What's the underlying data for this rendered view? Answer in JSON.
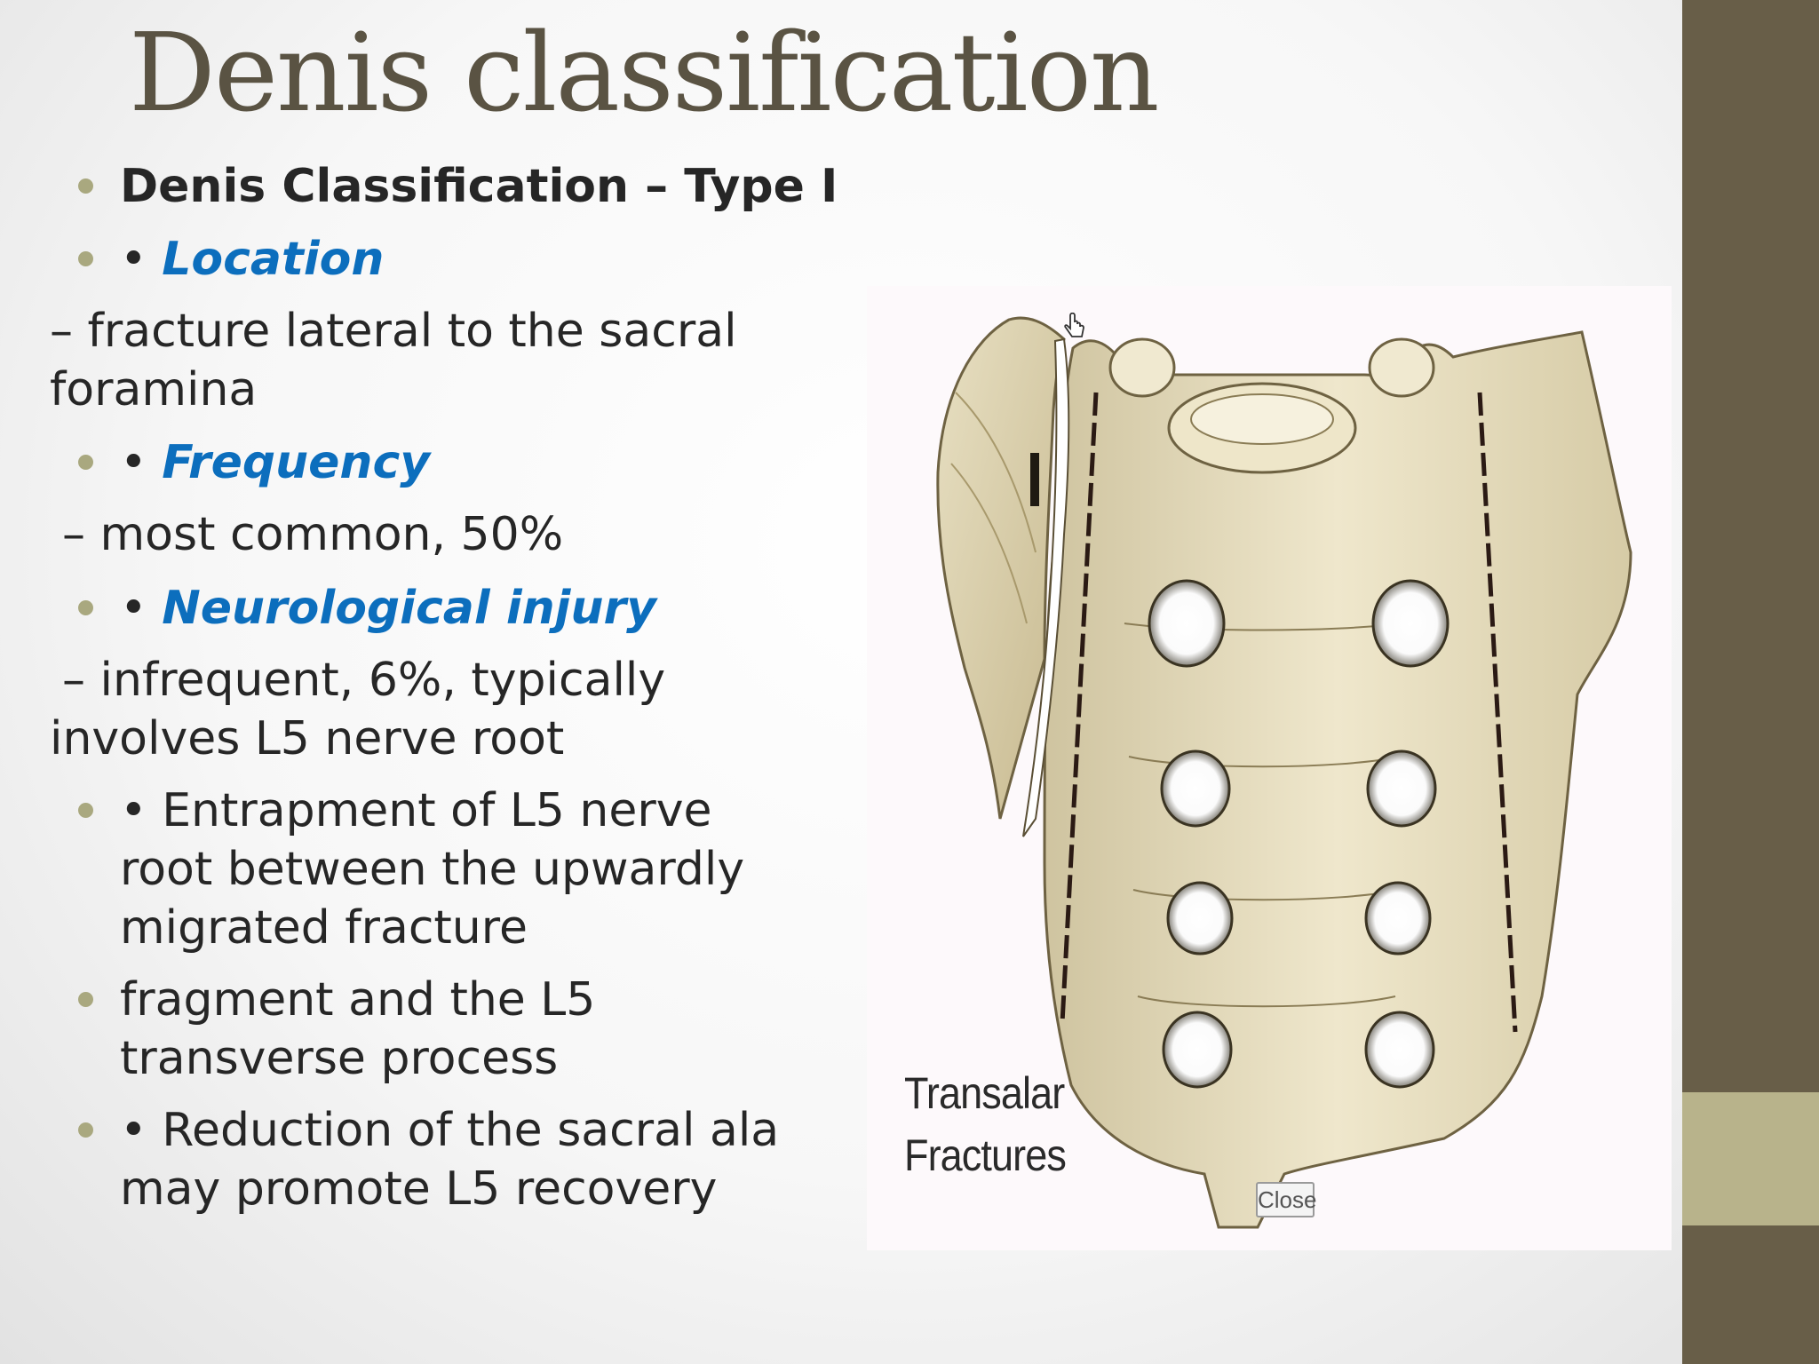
{
  "slide": {
    "title": "Denis classification",
    "heading": "Denis Classification – Type I",
    "location_label": "Location",
    "location_text_1": "– fracture lateral to the sacral",
    "location_text_2": "foramina",
    "frequency_label": "Frequency",
    "frequency_text": "– most common, 50%",
    "neuro_label": "Neurological injury",
    "neuro_text_1": "– infrequent, 6%, typically",
    "neuro_text_2": "involves L5 nerve root",
    "bullet_char": "•",
    "entrapment_1": "• Entrapment of L5 nerve",
    "entrapment_2": "root between the upwardly",
    "entrapment_3": "migrated fracture",
    "fragment_1": "fragment and the L5",
    "fragment_2": "transverse process",
    "reduction_1": "• Reduction of the sacral ala",
    "reduction_2": "may promote L5 recovery"
  },
  "figure": {
    "zone_label": "I",
    "caption_line1": "Transalar",
    "caption_line2": "Fractures",
    "close_button": "Close",
    "icons": [
      "hand-cursor-icon"
    ]
  },
  "colors": {
    "title": "#5a5343",
    "accent_blue": "#0c6ebd",
    "bullet": "#a9a87f",
    "band_dark": "#685e48",
    "band_light": "#b8b38b"
  }
}
